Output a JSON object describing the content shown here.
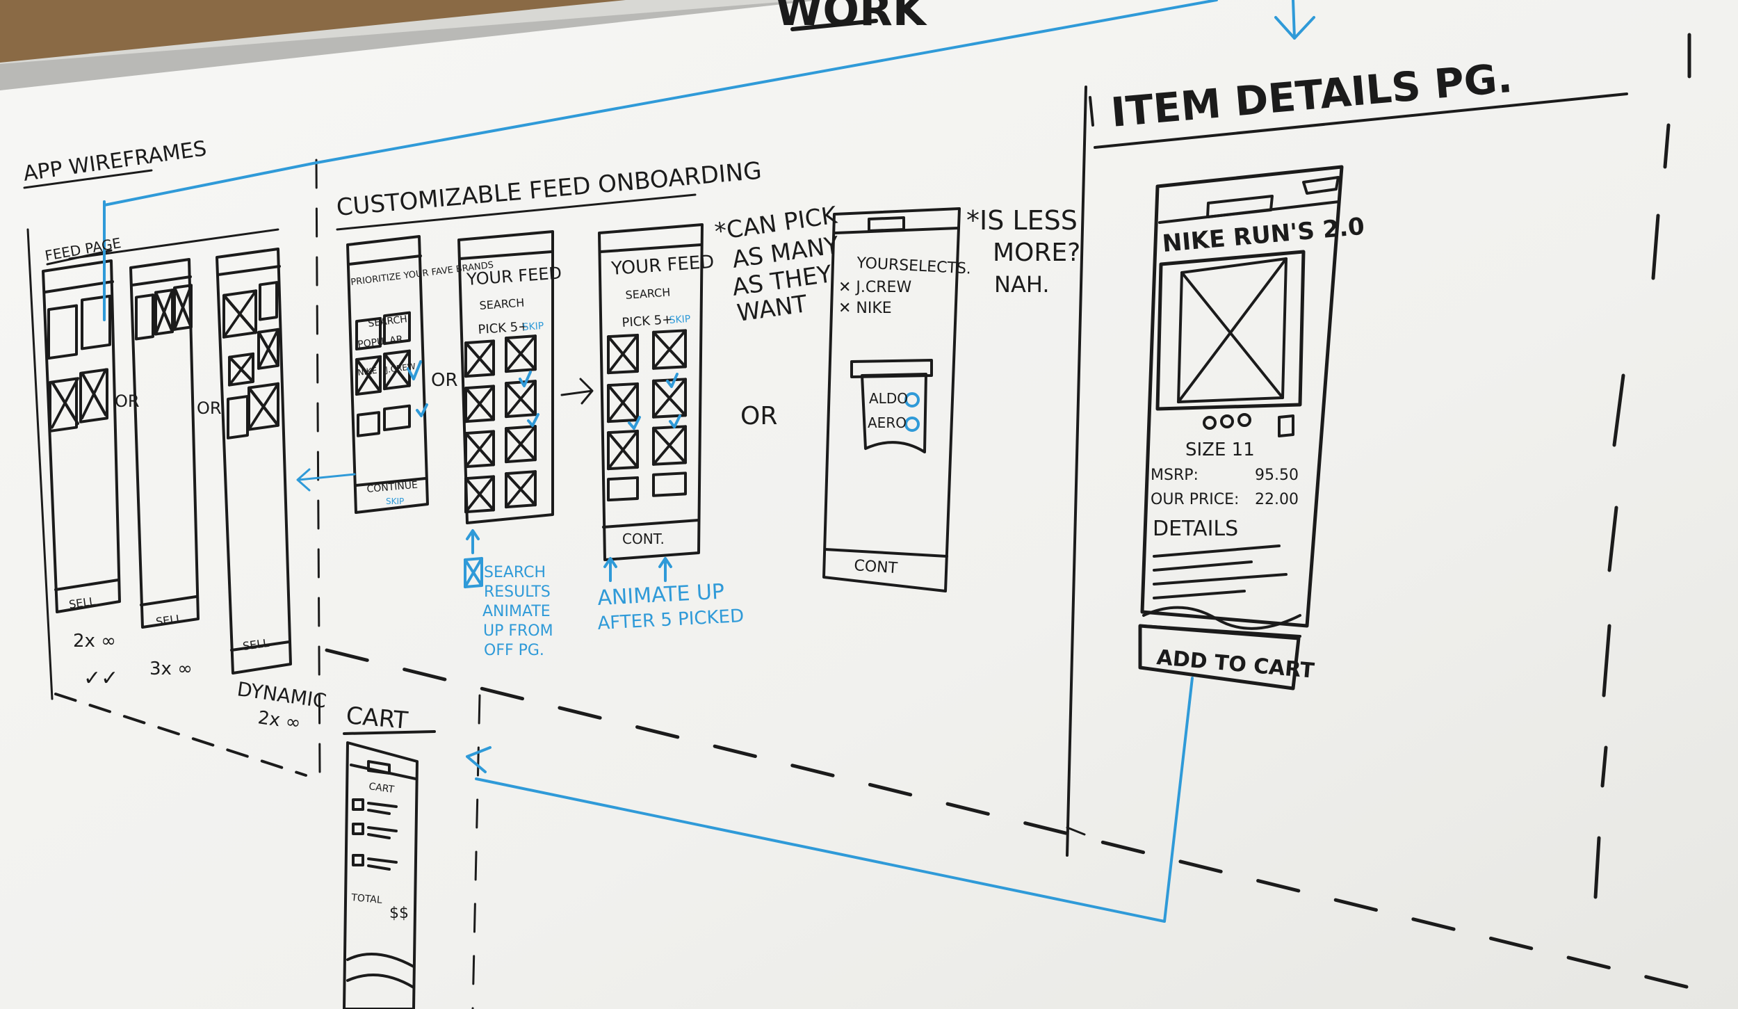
{
  "photo": {
    "colors": {
      "board": "#f4f4f1",
      "ink": "#1b1b1b",
      "blue_ink": "#2f9ad8",
      "frame": "#b9b9b6",
      "cork": "#8a6a45"
    }
  },
  "labels": {
    "top_word": "WORK",
    "app_wireframes": "APP WIREFRAMES",
    "feed_page": "FEED PAGE",
    "customizable_feed_onboarding": "CUSTOMIZABLE FEED ONBOARDING",
    "item_details_pg": "ITEM DETAILS PG.",
    "cart": "CART",
    "or": "OR",
    "sell": "SELL",
    "feed_2x": "2x ∞",
    "feed_3x": "3x ∞",
    "feed_dynamic": "DYNAMIC",
    "feed_dynamic_2x": "2x ∞",
    "checks": "✓✓",
    "prioritize": "PRIORITIZE YOUR FAVE BRANDS",
    "search": "SEARCH",
    "popular": "POPULAR",
    "nike": "NIKE",
    "jcrew_short": "J.CREW",
    "continue": "CONTINUE",
    "skip": "SKIP",
    "your_feed": "YOUR FEED",
    "pick_5": "PICK 5+",
    "cont": "CONT.",
    "cont2": "CONT",
    "can_pick": [
      "*CAN PICK",
      "AS MANY",
      "AS THEY",
      "WANT"
    ],
    "is_less": [
      "*IS LESS",
      "MORE?",
      "NAH."
    ],
    "your_selects": "YOURSELECTS.",
    "select_jcrew": "✕ J.CREW",
    "select_nike": "✕ NIKE",
    "aldo": "ALDO",
    "aero": "AERO",
    "search_results_note": [
      "SEARCH",
      "RESULTS",
      "ANIMATE",
      "UP FROM",
      "OFF PG."
    ],
    "animate_note": [
      "ANIMATE UP",
      "AFTER 5 PICKED"
    ],
    "product_name": "NIKE RUN'S 2.0",
    "size": "SIZE 11",
    "msrp_label": "MSRP:",
    "msrp_value": "95.50",
    "our_price_label": "OUR PRICE:",
    "our_price_value": "22.00",
    "details": "DETAILS",
    "add_to_cart": "ADD TO CART",
    "cart_title": "CART",
    "total": "TOTAL",
    "total_value": "$$"
  }
}
